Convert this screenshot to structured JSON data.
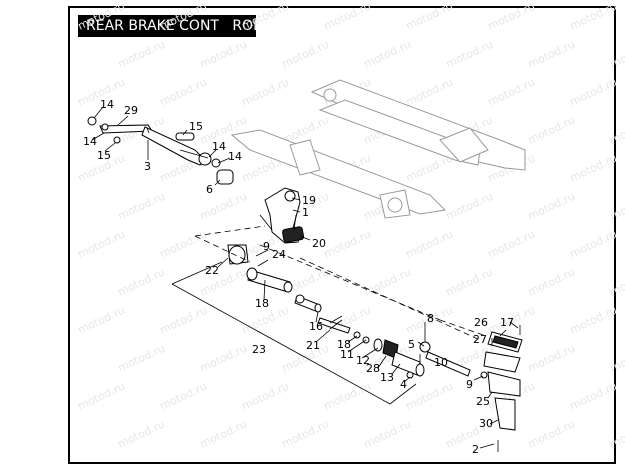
{
  "title": "REAR BRAKE CONT   ROL",
  "watermark": "motod.ru",
  "colors": {
    "title_bg": "#000000",
    "title_text": "#ffffff",
    "ink": "#000000",
    "frame_ink": "#9a9a9a",
    "watermark": "#e6e6e6"
  },
  "callouts": {
    "c14a": "14",
    "c29": "29",
    "c14b": "14",
    "c15a": "15",
    "c3": "3",
    "c15b": "15",
    "c14c": "14",
    "c14d": "14",
    "c6": "6",
    "c19": "19",
    "c1": "1",
    "c20": "20",
    "c9a": "9",
    "c24": "24",
    "c22": "22",
    "c18a": "18",
    "c16": "16",
    "c21": "21",
    "c18b": "18",
    "c11": "11",
    "c12": "12",
    "c28": "28",
    "c13": "13",
    "c23": "23",
    "c8": "8",
    "c5": "5",
    "c10": "10",
    "c4": "4",
    "c9b": "9",
    "c26": "26",
    "c17": "17",
    "c27": "27",
    "c25": "25",
    "c30": "30",
    "c2": "2"
  }
}
